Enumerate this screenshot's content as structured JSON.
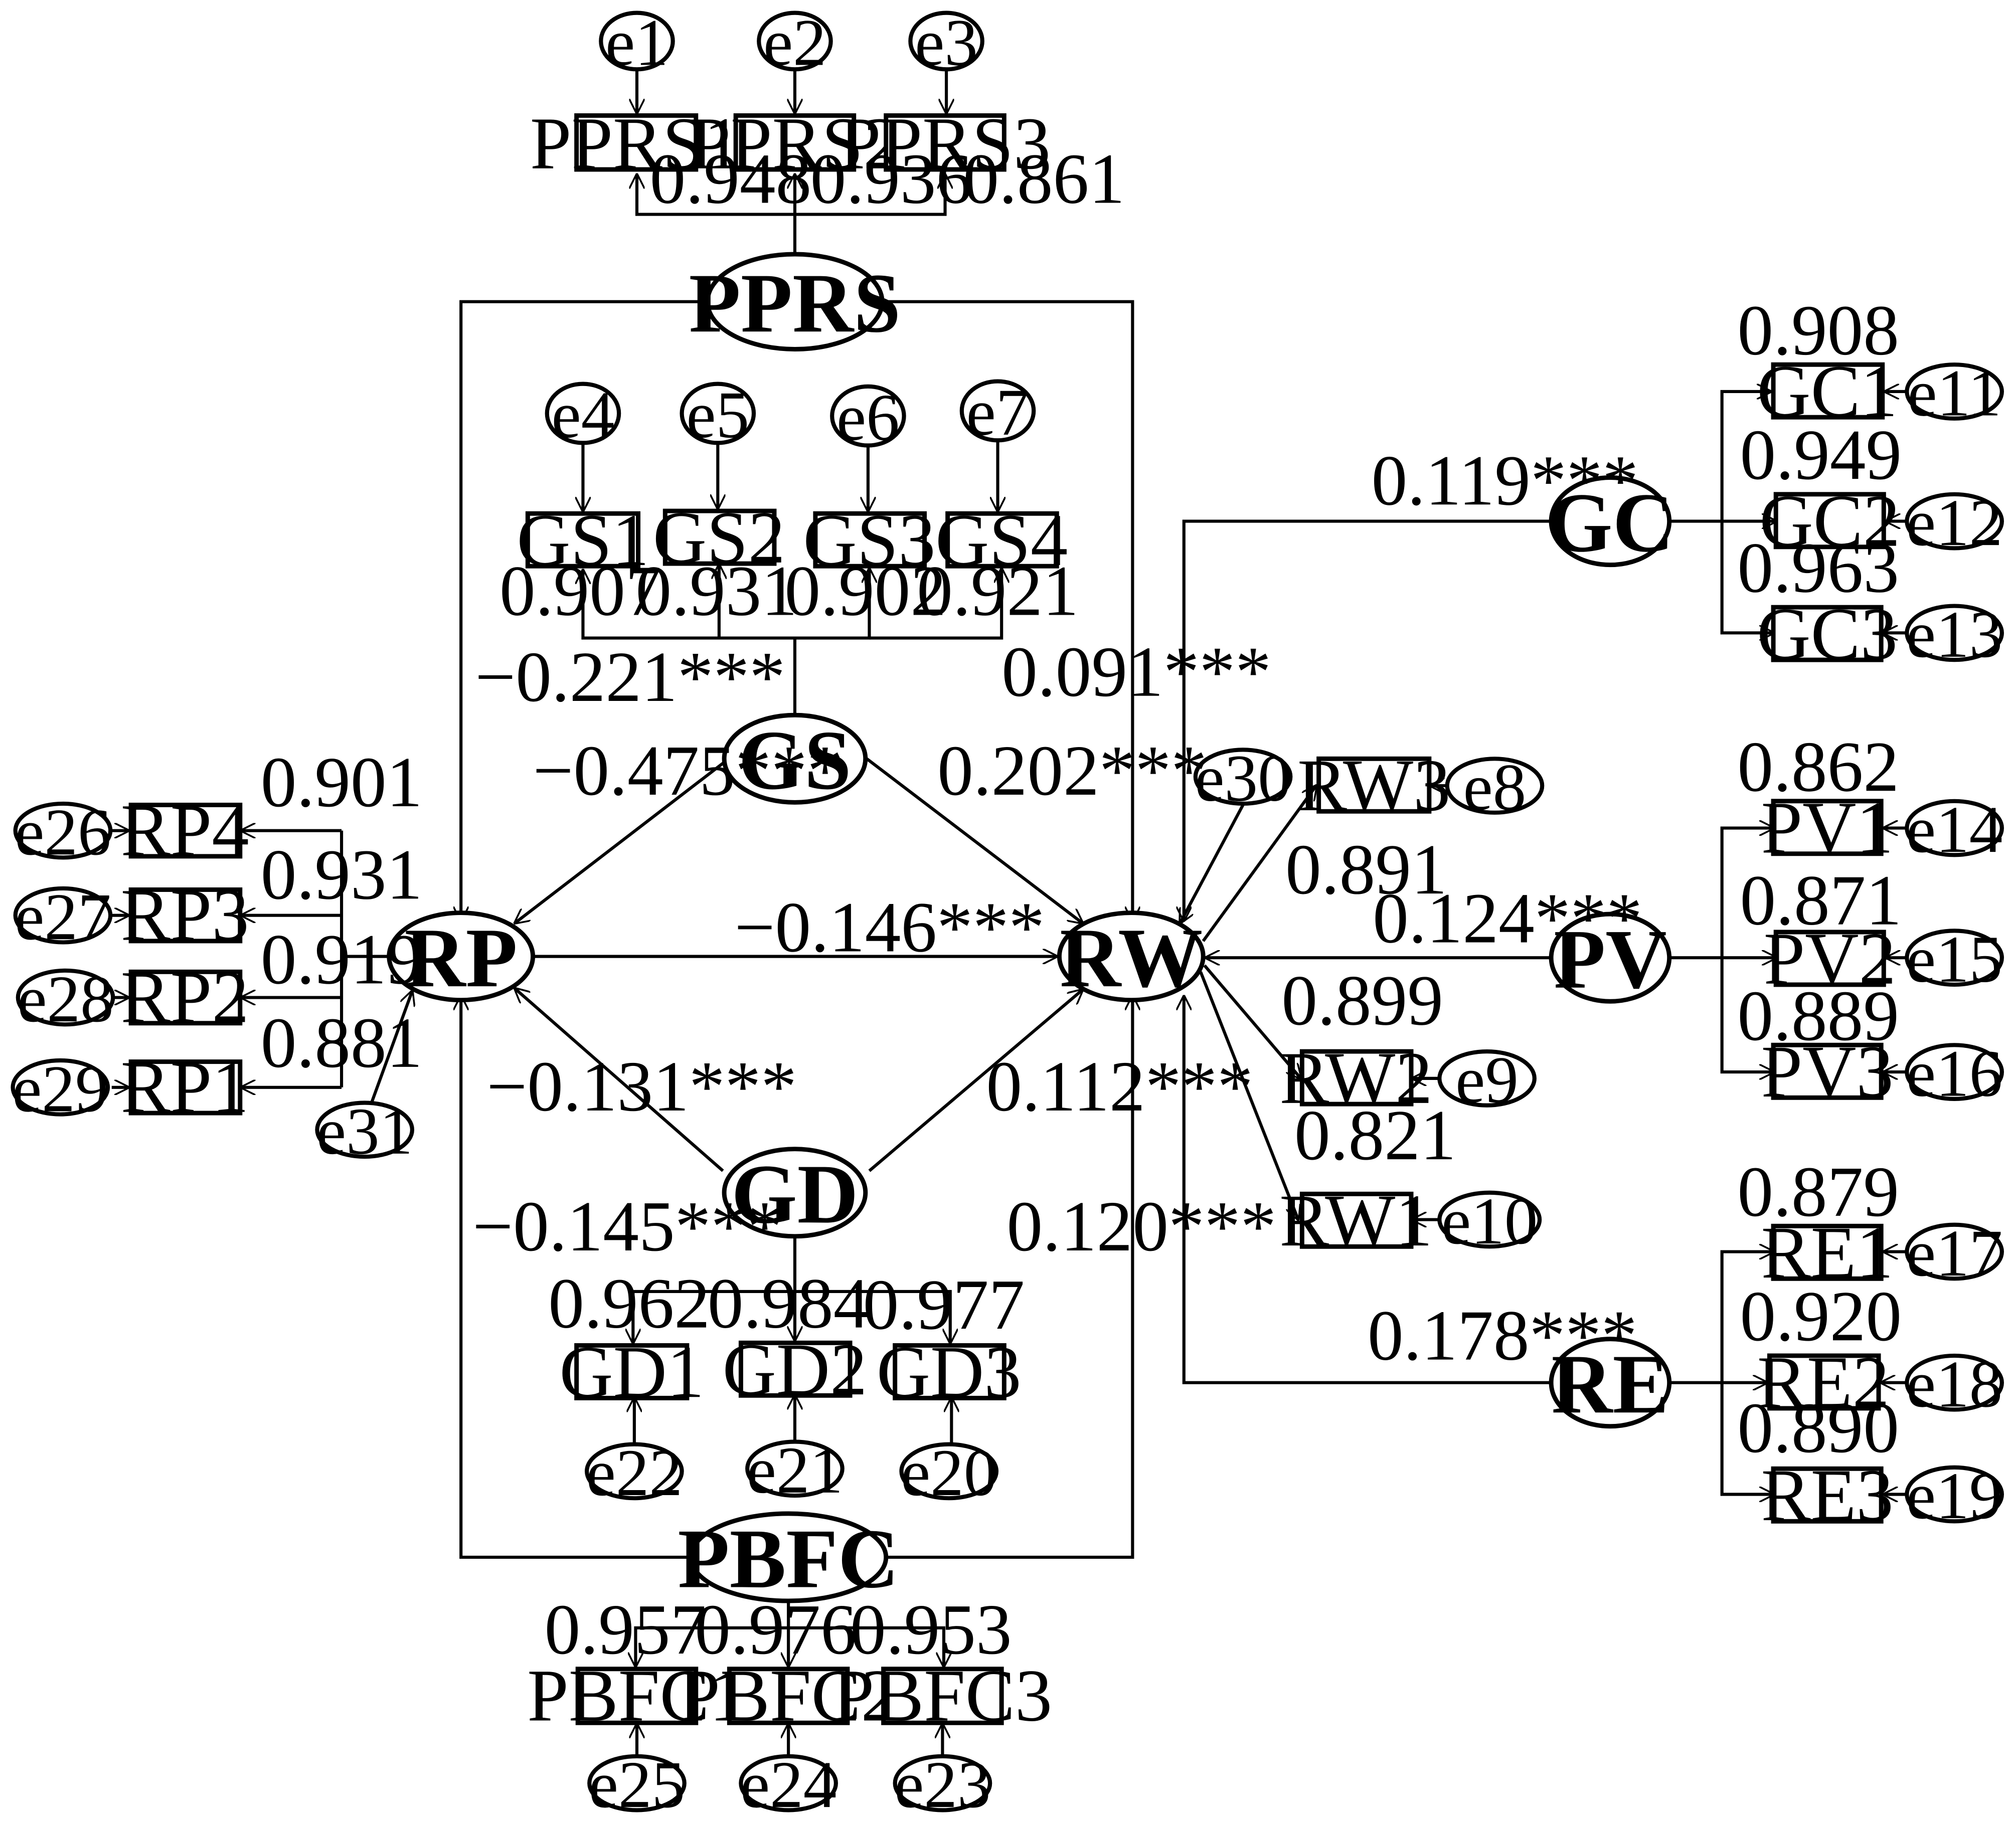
{
  "latent": {
    "PPRS": "PPRS",
    "GS": "GS",
    "RP": "RP",
    "RW": "RW",
    "GD": "GD",
    "PBFC": "PBFC",
    "GC": "GC",
    "PV": "PV",
    "RE": "RE"
  },
  "observed": {
    "PPRS1": "PPRS1",
    "PPRS2": "PPRS2",
    "PPRS3": "PPRS3",
    "GS1": "GS1",
    "GS2": "GS2",
    "GS3": "GS3",
    "GS4": "GS4",
    "RP1": "RP1",
    "RP2": "RP2",
    "RP3": "RP3",
    "RP4": "RP4",
    "RW1": "RW1",
    "RW2": "RW2",
    "RW3": "RW3",
    "GD1": "GD1",
    "GD2": "GD2",
    "GD3": "GD3",
    "PBFC1": "PBFC1",
    "PBFC2": "PBFC2",
    "PBFC3": "PBFC3",
    "GC1": "GC1",
    "GC2": "GC2",
    "GC3": "GC3",
    "PV1": "PV1",
    "PV2": "PV2",
    "PV3": "PV3",
    "RE1": "RE1",
    "RE2": "RE2",
    "RE3": "RE3"
  },
  "errors": {
    "e1": "e1",
    "e2": "e2",
    "e3": "e3",
    "e4": "e4",
    "e5": "e5",
    "e6": "e6",
    "e7": "e7",
    "e8": "e8",
    "e9": "e9",
    "e10": "e10",
    "e11": "e11",
    "e12": "e12",
    "e13": "e13",
    "e14": "e14",
    "e15": "e15",
    "e16": "e16",
    "e17": "e17",
    "e18": "e18",
    "e19": "e19",
    "e20": "e20",
    "e21": "e21",
    "e22": "e22",
    "e23": "e23",
    "e24": "e24",
    "e25": "e25",
    "e26": "e26",
    "e27": "e27",
    "e28": "e28",
    "e29": "e29",
    "e30": "e30",
    "e31": "e31"
  },
  "loadings": {
    "PPRS1": "0.948",
    "PPRS2": "0.936",
    "PPRS3": "0.861",
    "GS1": "0.907",
    "GS2": "0.931",
    "GS3": "0.902",
    "GS4": "0.921",
    "RP4": "0.901",
    "RP3": "0.931",
    "RP2": "0.919",
    "RP1": "0.881",
    "RW3": "0.891",
    "RW2": "0.899",
    "RW1": "0.821",
    "GD1": "0.962",
    "GD2": "0.984",
    "GD3": "0.977",
    "PBFC1": "0.957",
    "PBFC2": "0.976",
    "PBFC3": "0.953",
    "GC1": "0.908",
    "GC2": "0.949",
    "GC3": "0.963",
    "PV1": "0.862",
    "PV2": "0.871",
    "PV3": "0.889",
    "RE1": "0.879",
    "RE2": "0.920",
    "RE3": "0.890"
  },
  "paths": {
    "PPRS_RP": "−0.221***",
    "PPRS_RW": "0.091***",
    "GS_RP": "−0.475***",
    "GS_RW": "0.202***",
    "RP_RW": "−0.146***",
    "GD_RP": "−0.131***",
    "GD_RW": "0.112***",
    "PBFC_RP": "−0.145***",
    "PBFC_RW": "0.120***",
    "GC_RW": "0.119***",
    "PV_RW": "0.124***",
    "RE_RW": "0.178***"
  }
}
